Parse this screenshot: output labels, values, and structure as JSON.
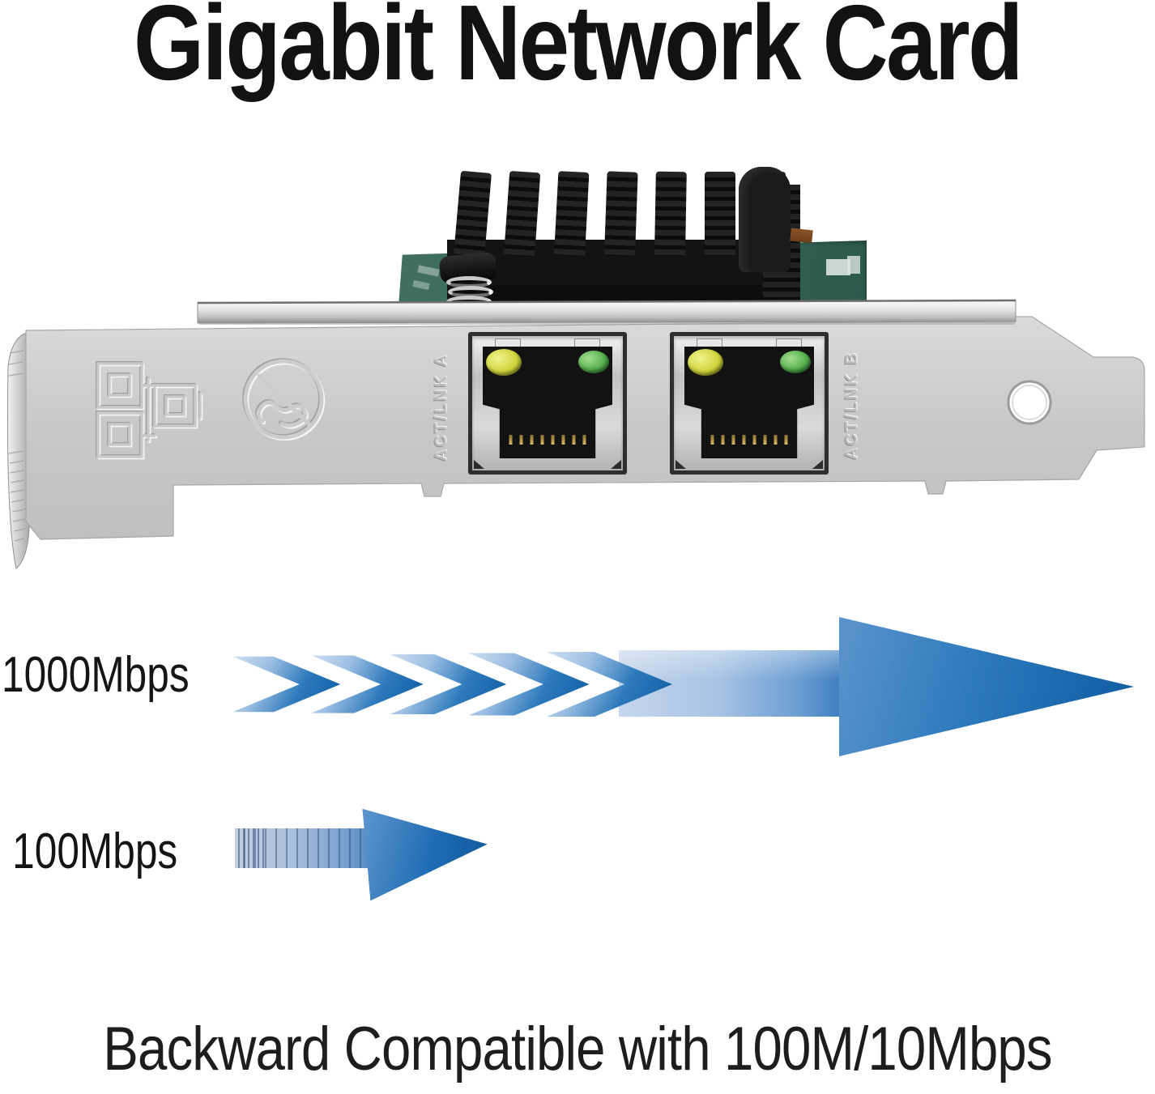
{
  "title": "Gigabit Network Card",
  "footer_caption": "Backward Compatible with 100M/10Mbps",
  "speed_rows": {
    "fast": {
      "label": "1000Mbps",
      "chevron_count": 5,
      "relative_length": "long"
    },
    "slow": {
      "label": "100Mbps",
      "relative_length": "short"
    }
  },
  "card": {
    "port_a_label": "ACT/LNK A",
    "port_b_label": "ACT/LNK B",
    "port_count": 2,
    "rj45_pin_count": 8,
    "heatsink_fin_count": 7,
    "led_meanings": [
      "activity-yellow",
      "link-green"
    ],
    "bracket_icons": [
      "component-squares-icon",
      "no-phone-icon"
    ]
  },
  "colors": {
    "arrow_light": "#cfdff1",
    "arrow_mid": "#2d7abc",
    "arrow_dark": "#0d5aa0",
    "pcb_green": "#356557",
    "led_yellow": "#d2d53c",
    "led_green": "#55b14c",
    "bracket_silver": "#c9c9c9",
    "heatsink_black": "#141414",
    "text_black": "#121212"
  }
}
